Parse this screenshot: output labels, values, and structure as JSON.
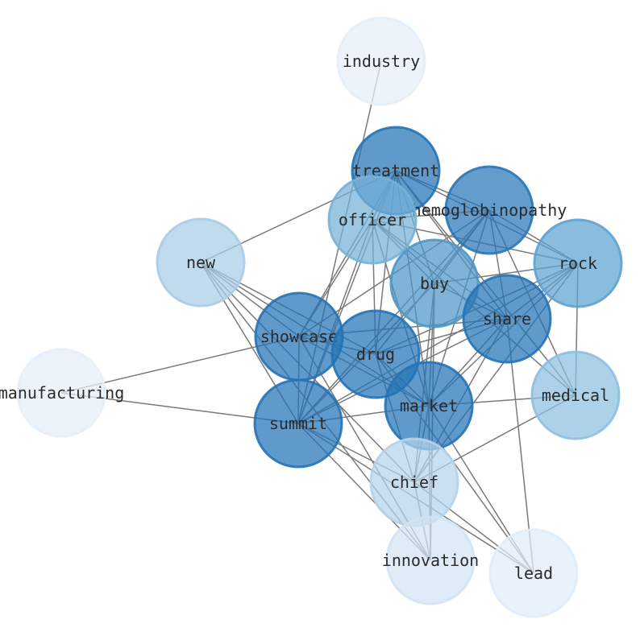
{
  "graph": {
    "nodes": [
      {
        "id": "industry",
        "label": "industry",
        "shade": 0.02
      },
      {
        "id": "treatment",
        "label": "treatment",
        "shade": 0.92
      },
      {
        "id": "hemoglobinopathy",
        "label": "hemoglobinopathy",
        "shade": 0.9
      },
      {
        "id": "officer",
        "label": "officer",
        "shade": 0.55
      },
      {
        "id": "new",
        "label": "new",
        "shade": 0.35
      },
      {
        "id": "rock",
        "label": "rock",
        "shade": 0.65
      },
      {
        "id": "buy",
        "label": "buy",
        "shade": 0.72
      },
      {
        "id": "share",
        "label": "share",
        "shade": 0.92
      },
      {
        "id": "showcase",
        "label": "showcase",
        "shade": 0.92
      },
      {
        "id": "drug",
        "label": "drug",
        "shade": 0.92
      },
      {
        "id": "medical",
        "label": "medical",
        "shade": 0.45
      },
      {
        "id": "manufacturing",
        "label": "manufacturing",
        "shade": 0.02
      },
      {
        "id": "market",
        "label": "market",
        "shade": 0.92
      },
      {
        "id": "summit",
        "label": "summit",
        "shade": 0.92
      },
      {
        "id": "chief",
        "label": "chief",
        "shade": 0.3
      },
      {
        "id": "innovation",
        "label": "innovation",
        "shade": 0.15
      },
      {
        "id": "lead",
        "label": "lead",
        "shade": 0.05
      }
    ],
    "edges": [
      [
        "industry",
        "summit"
      ],
      [
        "treatment",
        "new"
      ],
      [
        "treatment",
        "officer"
      ],
      [
        "treatment",
        "hemoglobinopathy"
      ],
      [
        "treatment",
        "rock"
      ],
      [
        "treatment",
        "buy"
      ],
      [
        "treatment",
        "share"
      ],
      [
        "treatment",
        "showcase"
      ],
      [
        "treatment",
        "drug"
      ],
      [
        "treatment",
        "market"
      ],
      [
        "treatment",
        "summit"
      ],
      [
        "treatment",
        "medical"
      ],
      [
        "hemoglobinopathy",
        "officer"
      ],
      [
        "hemoglobinopathy",
        "rock"
      ],
      [
        "hemoglobinopathy",
        "buy"
      ],
      [
        "hemoglobinopathy",
        "share"
      ],
      [
        "hemoglobinopathy",
        "showcase"
      ],
      [
        "hemoglobinopathy",
        "drug"
      ],
      [
        "hemoglobinopathy",
        "market"
      ],
      [
        "hemoglobinopathy",
        "summit"
      ],
      [
        "hemoglobinopathy",
        "medical"
      ],
      [
        "officer",
        "rock"
      ],
      [
        "officer",
        "buy"
      ],
      [
        "officer",
        "share"
      ],
      [
        "officer",
        "showcase"
      ],
      [
        "officer",
        "drug"
      ],
      [
        "officer",
        "market"
      ],
      [
        "officer",
        "summit"
      ],
      [
        "officer",
        "medical"
      ],
      [
        "new",
        "showcase"
      ],
      [
        "new",
        "drug"
      ],
      [
        "new",
        "market"
      ],
      [
        "new",
        "summit"
      ],
      [
        "new",
        "chief"
      ],
      [
        "new",
        "innovation"
      ],
      [
        "rock",
        "buy"
      ],
      [
        "rock",
        "share"
      ],
      [
        "rock",
        "drug"
      ],
      [
        "rock",
        "market"
      ],
      [
        "rock",
        "summit"
      ],
      [
        "rock",
        "medical"
      ],
      [
        "rock",
        "chief"
      ],
      [
        "buy",
        "share"
      ],
      [
        "buy",
        "market"
      ],
      [
        "buy",
        "summit"
      ],
      [
        "buy",
        "chief"
      ],
      [
        "buy",
        "innovation"
      ],
      [
        "share",
        "showcase"
      ],
      [
        "share",
        "drug"
      ],
      [
        "share",
        "market"
      ],
      [
        "share",
        "summit"
      ],
      [
        "share",
        "chief"
      ],
      [
        "share",
        "lead"
      ],
      [
        "showcase",
        "drug"
      ],
      [
        "showcase",
        "market"
      ],
      [
        "showcase",
        "summit"
      ],
      [
        "showcase",
        "manufacturing"
      ],
      [
        "showcase",
        "innovation"
      ],
      [
        "drug",
        "market"
      ],
      [
        "drug",
        "chief"
      ],
      [
        "drug",
        "lead"
      ],
      [
        "market",
        "summit"
      ],
      [
        "market",
        "chief"
      ],
      [
        "market",
        "innovation"
      ],
      [
        "market",
        "lead"
      ],
      [
        "market",
        "medical"
      ],
      [
        "summit",
        "manufacturing"
      ],
      [
        "summit",
        "chief"
      ],
      [
        "summit",
        "innovation"
      ],
      [
        "summit",
        "lead"
      ],
      [
        "medical",
        "chief"
      ],
      [
        "chief",
        "innovation"
      ],
      [
        "chief",
        "lead"
      ]
    ]
  }
}
